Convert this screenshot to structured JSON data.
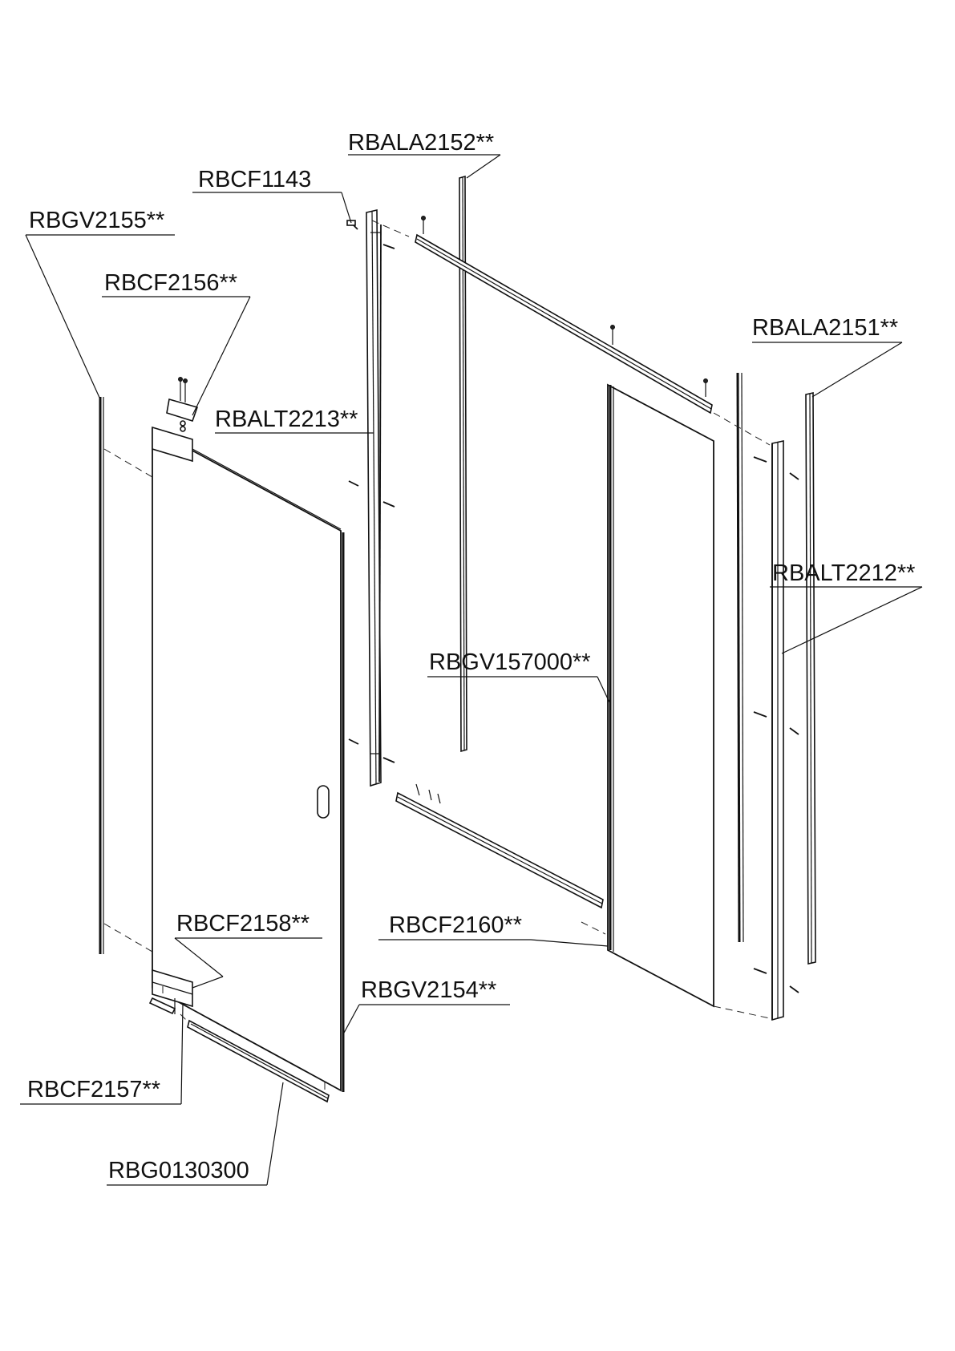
{
  "labels": {
    "rbala2152": "RBALA2152**",
    "rbcf1143": "RBCF1143",
    "rbgv2155": "RBGV2155**",
    "rbcf2156": "RBCF2156**",
    "rbala2151": "RBALA2151**",
    "rbalt2213": "RBALT2213**",
    "rbalt2212": "RBALT2212**",
    "rbgv157000": "RBGV157000**",
    "rbcf2158": "RBCF2158**",
    "rbcf2160": "RBCF2160**",
    "rbgv2154": "RBGV2154**",
    "rbcf2157": "RBCF2157**",
    "rbg0130300": "RBG0130300"
  }
}
